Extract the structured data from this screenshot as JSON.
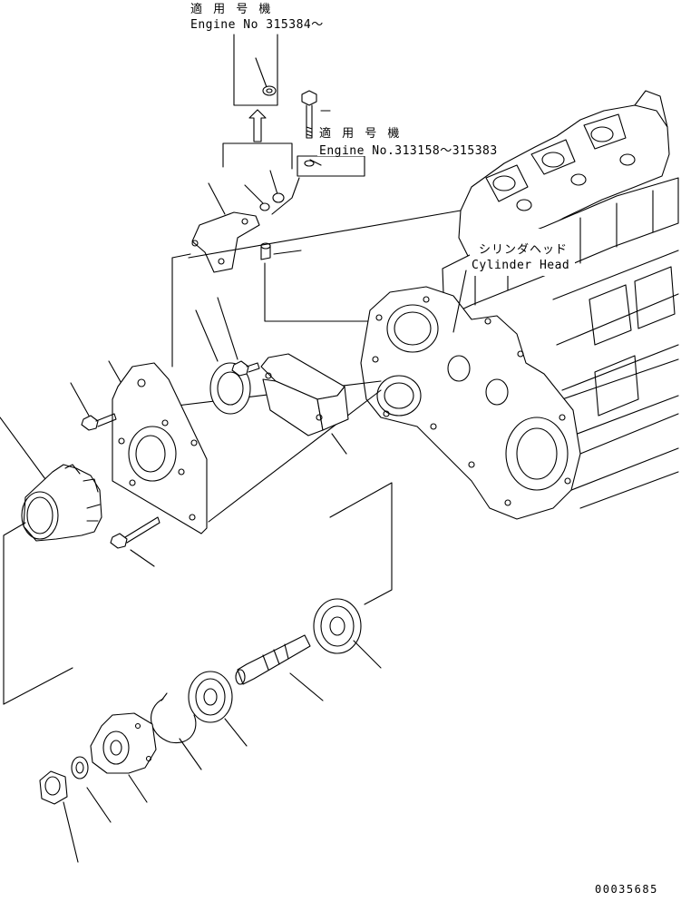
{
  "callouts": {
    "top": {
      "applicable_label": "適 用 号 機",
      "engine_range": "Engine No 315384～"
    },
    "middle": {
      "applicable_label": "適 用 号 機",
      "engine_range": "Engine No.313158～315383"
    }
  },
  "cylinder_head": {
    "label_jp": "シリンダヘッド",
    "label_en": "Cylinder Head"
  },
  "drawing_number": "00035685"
}
